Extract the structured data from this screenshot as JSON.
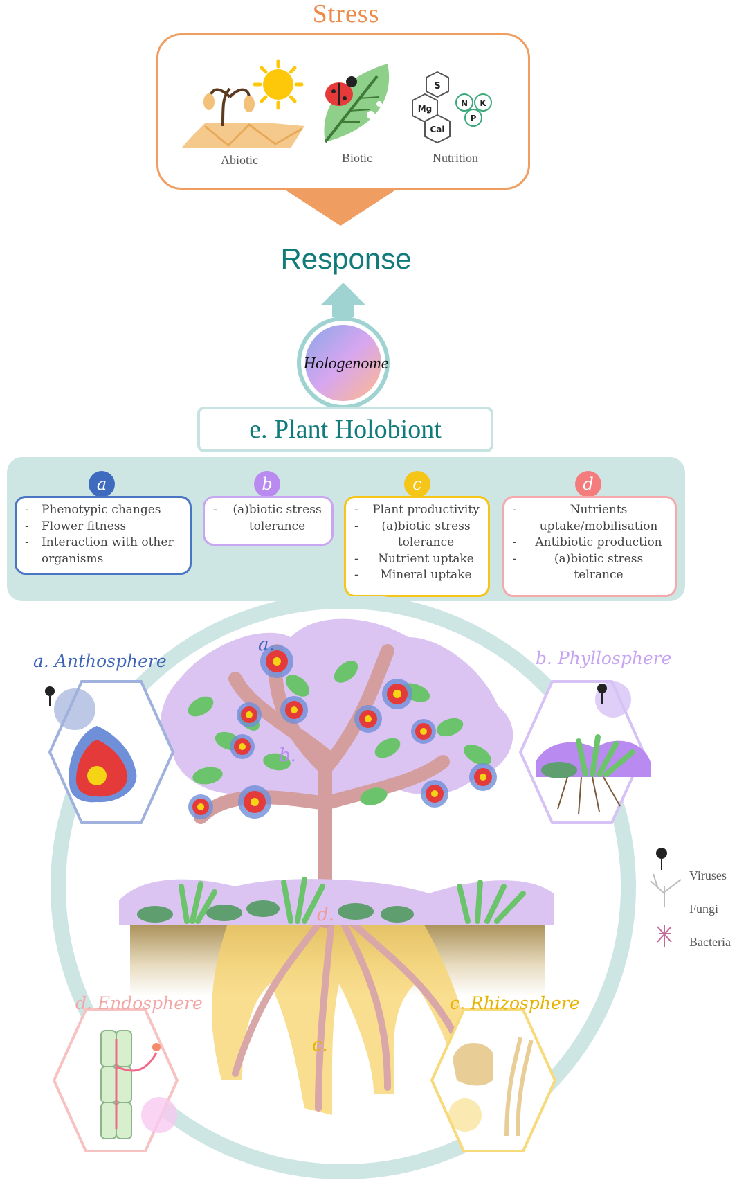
{
  "stress": {
    "title": "Stress",
    "items": [
      {
        "label": "Abiotic",
        "icon": "drought-sun-icon"
      },
      {
        "label": "Biotic",
        "icon": "ladybug-leaf-icon"
      },
      {
        "label": "Nutrition",
        "icon": "nutrient-hexagons-icon"
      }
    ],
    "nutrients": [
      "S",
      "Mg",
      "Cal",
      "N",
      "K",
      "P"
    ]
  },
  "response": {
    "title": "Response"
  },
  "hologenome": {
    "label": "Hologenome"
  },
  "holobiont": {
    "title": "e. Plant Holobiont"
  },
  "functions": [
    {
      "letter": "a",
      "color": "#3f6bbf",
      "items": [
        "Phenotypic changes",
        "Flower fitness",
        "Interaction with other organisms"
      ]
    },
    {
      "letter": "b",
      "color": "#b98af0",
      "items": [
        "(a)biotic stress tolerance"
      ]
    },
    {
      "letter": "c",
      "color": "#f5c518",
      "items": [
        "Plant productivity",
        "(a)biotic stress tolerance",
        "Nutrient uptake",
        "Mineral uptake"
      ]
    },
    {
      "letter": "d",
      "color": "#f47c7c",
      "items": [
        "Nutrients uptake/mobilisation",
        "Antibiotic production",
        "(a)biotic stress telrance"
      ]
    }
  ],
  "regions": {
    "anthosphere": "a. Anthosphere",
    "phyllosphere": "b. Phyllosphere",
    "endosphere": "d. Endosphere",
    "rhizosphere": "c. Rhizosphere"
  },
  "tree_letters": {
    "a": "a.",
    "b": "b.",
    "c": "c.",
    "d": "d."
  },
  "legend": [
    "Viruses",
    "Fungi",
    "Bacteria"
  ],
  "colors": {
    "stress": "#ef9d60",
    "teal": "#117a7a",
    "panel": "#cde6e4",
    "anthosphere": "#4a74c4",
    "phyllosphere": "#b98af0",
    "rhizosphere": "#e6b400",
    "endosphere": "#f29a9a"
  }
}
